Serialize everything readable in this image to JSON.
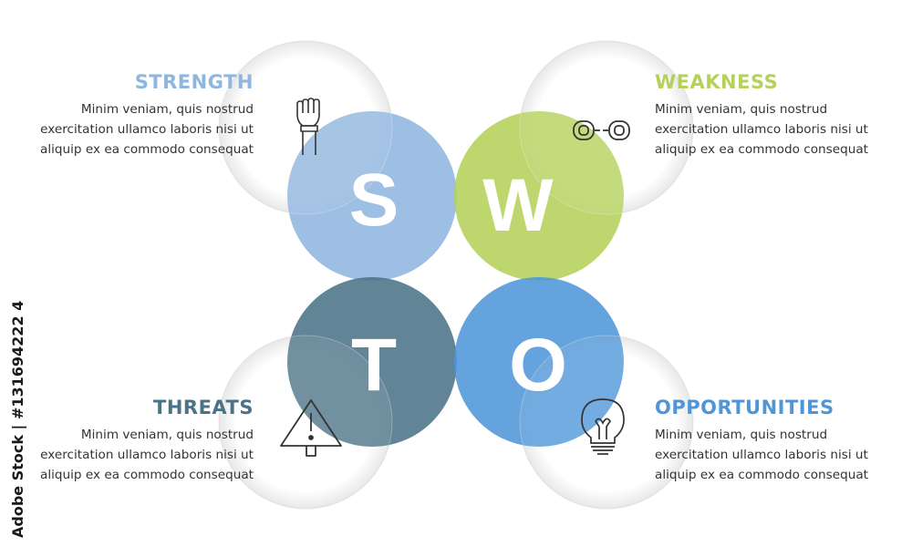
{
  "colors": {
    "strength": "#8eb6df",
    "weakness": "#b4d25a",
    "threats": "#4b7387",
    "opportunities": "#4f96d8",
    "body_text": "#333333"
  },
  "quadrants": {
    "strength": {
      "letter": "S",
      "title": "STRENGTH",
      "body": "Minim veniam, quis nostrud exercitation ullamco laboris nisi ut aliquip ex ea commodo consequat",
      "icon": "raised-fist-icon"
    },
    "weakness": {
      "letter": "W",
      "title": "WEAKNESS",
      "body": "Minim veniam, quis nostrud exercitation ullamco laboris nisi ut aliquip ex ea commodo consequat",
      "icon": "broken-chain-icon"
    },
    "threats": {
      "letter": "T",
      "title": "THREATS",
      "body": "Minim veniam, quis nostrud exercitation ullamco laboris nisi ut aliquip ex ea commodo consequat",
      "icon": "warning-sign-icon"
    },
    "opportunities": {
      "letter": "O",
      "title": "OPPORTUNITIES",
      "body": "Minim veniam, quis nostrud exercitation ullamco laboris nisi ut aliquip ex ea commodo consequat",
      "icon": "lightbulb-icon"
    }
  },
  "watermark": {
    "side_text": "Adobe Stock | #131694222 4"
  }
}
